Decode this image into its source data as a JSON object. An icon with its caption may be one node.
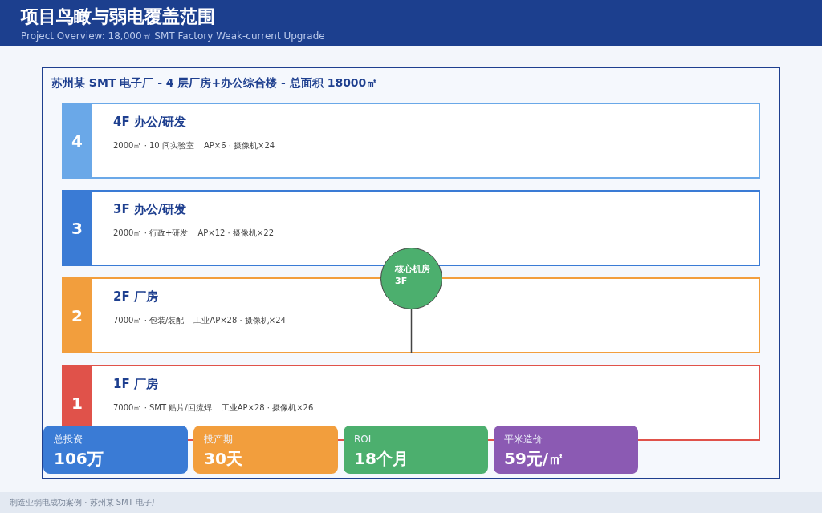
{
  "diagram": {
    "title": "项目鸟瞰与弱电覆盖范围",
    "nodes": [
      {
        "text": [
          "苏州某 SMT 电子厂 - 4 层厂房+办公综合楼 - 总面积 18000㎡"
        ]
      },
      {
        "text": [
          "4",
          "4F 办公/研发",
          "2000㎡ · 10 间实验室",
          "AP×6 · 摄像机×24"
        ],
        "in": 0
      },
      {
        "text": [
          "3",
          "3F 办公/研发",
          "2000㎡ · 行政+研发",
          "AP×12 · 摄像机×22"
        ],
        "in": 0
      },
      {
        "text": [
          "核心机房 3F"
        ],
        "in": 0
      },
      {
        "text": [
          "2",
          "2F 厂房",
          "7000㎡ · 包装/装配",
          "工业AP×28 · 摄像机×24"
        ],
        "in": 0
      },
      {
        "text": [
          "1",
          "1F 厂房",
          "7000㎡ · SMT 贴片/回流焊",
          "工业AP×28 · 摄像机×26"
        ],
        "in": 0
      },
      {
        "text": [
          "总投资",
          "106万"
        ],
        "in": 0
      },
      {
        "text": [
          "投产期",
          "30天"
        ],
        "in": 0
      },
      {
        "text": [
          "ROI",
          "18个月"
        ],
        "in": 0
      },
      {
        "text": [
          "平米造价",
          "59元/㎡"
        ],
        "in": 0
      }
    ],
    "edges": [
      {
        "from": 3,
        "to": 4,
        "arrow": "none"
      }
    ],
    "labels": [
      "Project Overview: 18,000㎡ SMT Factory Weak-current Upgrade",
      "制造业弱电成功案例 · 苏州某 SMT 电子厂"
    ]
  }
}
